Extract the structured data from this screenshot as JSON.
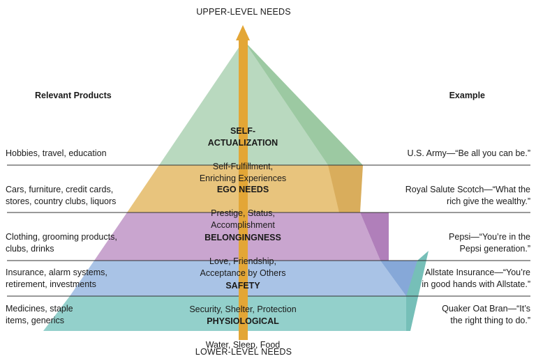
{
  "axis": {
    "top": "UPPER-LEVEL NEEDS",
    "bottom": "LOWER-LEVEL NEEDS"
  },
  "columns": {
    "left_header": "Relevant Products",
    "right_header": "Example"
  },
  "levels": [
    {
      "name": "SELF-\nACTUALIZATION",
      "description": "Self-Fulfillment,\nEnriching Experiences",
      "products": "Hobbies, travel, education",
      "example": "U.S. Army—“Be all you can be.”",
      "color": "#b9d9bf",
      "side_color": "#9cc9a2"
    },
    {
      "name": "EGO NEEDS",
      "description": "Prestige, Status,\nAccomplishment",
      "products": "Cars, furniture, credit cards,\nstores, country clubs, liquors",
      "example": "Royal Salute Scotch—“What the\nrich give the wealthy.”",
      "color": "#e8c47d",
      "side_color": "#d9ad5c"
    },
    {
      "name": "BELONGINGNESS",
      "description": "Love, Friendship,\nAcceptance by Others",
      "products": "Clothing, grooming products,\nclubs, drinks",
      "example": "Pepsi—“You’re in the\nPepsi generation.”",
      "color": "#c9a5cf",
      "side_color": "#b07fba"
    },
    {
      "name": "SAFETY",
      "description": "Security, Shelter, Protection",
      "products": "Insurance, alarm systems,\nretirement, investments",
      "example": "Allstate Insurance—“You’re\nin good hands with Allstate.”",
      "color": "#a9c3e6",
      "side_color": "#86a8d8"
    },
    {
      "name": "PHYSIOLOGICAL",
      "description": "Water, Sleep, Food",
      "products": "Medicines, staple\nitems, generics",
      "example": "Quaker Oat Bran—“It’s\nthe right thing to do.”",
      "color": "#93d0cb",
      "side_color": "#76bfb8"
    }
  ],
  "colors": {
    "arrow": "#e3a636",
    "divider": "#333333"
  }
}
